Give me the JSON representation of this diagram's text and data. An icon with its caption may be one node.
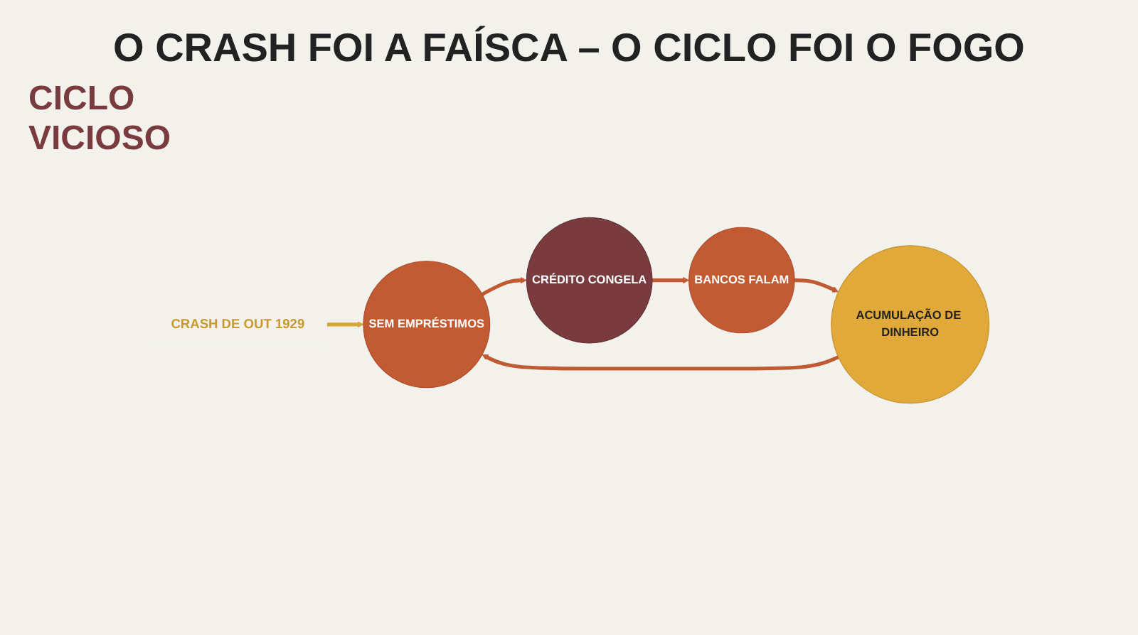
{
  "diagram": {
    "title": "O CRASH FOI A FAÍSCA – O CICLO FOI O FOGO",
    "nodes": [
      {
        "text": [
          "CRASH DE OUT 1929"
        ]
      },
      {
        "text": [
          "SEM EMPRÉSTIMOS"
        ]
      },
      {
        "text": [
          "CRÉDITO CONGELA"
        ]
      },
      {
        "text": [
          "BANCOS FALAM"
        ]
      },
      {
        "text": [
          "ACUMULAÇÃO DE DINHEIRO"
        ]
      }
    ],
    "edges": [
      {
        "from": 0,
        "to": 1,
        "arrow": "to",
        "color": "#d4a537"
      },
      {
        "from": 1,
        "to": 2,
        "arrow": "to"
      },
      {
        "from": 2,
        "to": 3,
        "arrow": "to"
      },
      {
        "from": 3,
        "to": 4,
        "arrow": "to"
      },
      {
        "from": 4,
        "to": 1,
        "arrow": "to"
      }
    ],
    "labels": [
      "CICLO VICIOSO"
    ]
  }
}
